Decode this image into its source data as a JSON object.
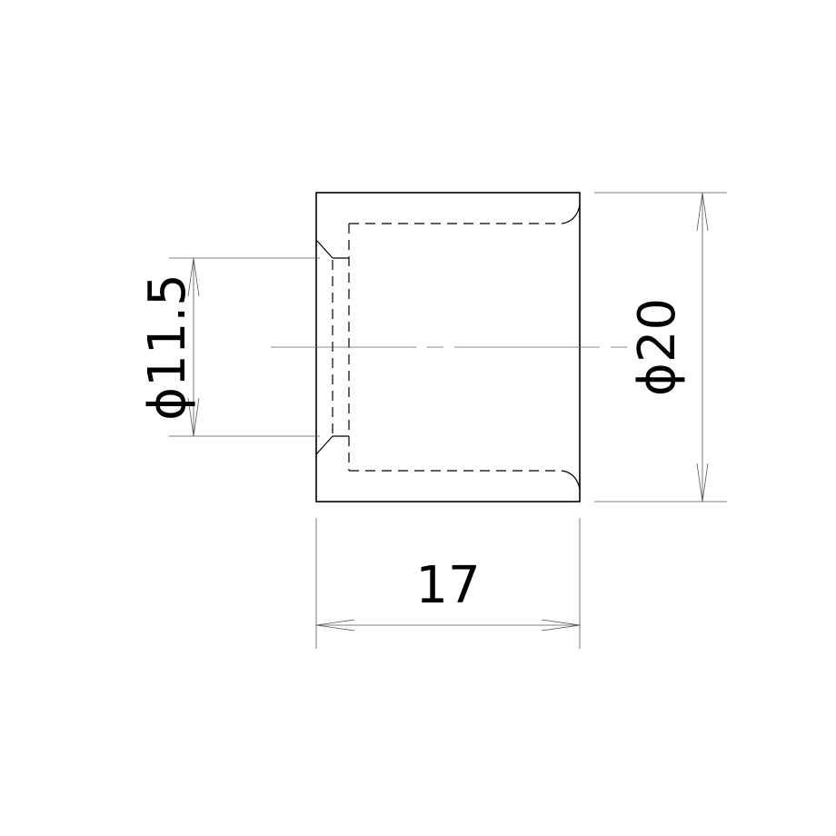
{
  "drawing": {
    "dimensions": {
      "inner_diameter": "ϕ11.5",
      "outer_diameter": "ϕ20",
      "length": "17"
    },
    "colors": {
      "line": "#000000",
      "thin_line": "#555555",
      "background": "#ffffff"
    }
  }
}
